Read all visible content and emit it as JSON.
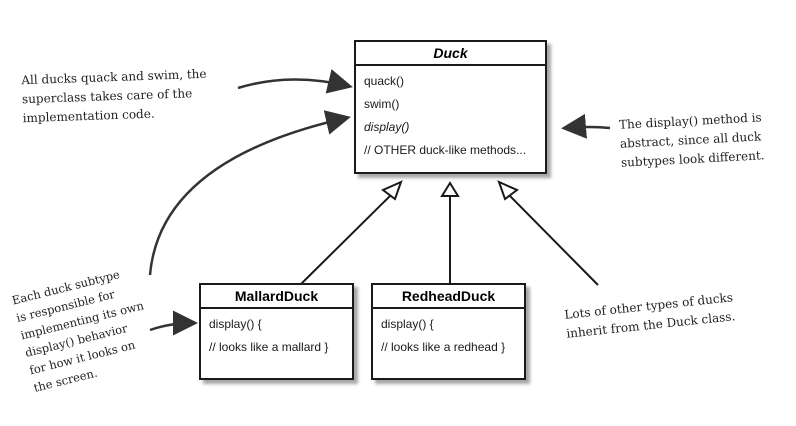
{
  "duck": {
    "name": "Duck",
    "methods": [
      "quack()",
      "swim()",
      "display()",
      "// OTHER duck-like methods..."
    ]
  },
  "mallard": {
    "name": "MallardDuck",
    "lines": [
      "display() {",
      "// looks like a mallard }"
    ]
  },
  "redhead": {
    "name": "RedheadDuck",
    "lines": [
      "display() {",
      "// looks like a redhead }"
    ]
  },
  "notes": {
    "superclass": [
      "All ducks quack and swim, the",
      "superclass takes care of the",
      "implementation code."
    ],
    "abstract": [
      "The display() method is",
      "abstract, since all duck",
      "subtypes look different."
    ],
    "subtype": [
      "Each duck subtype",
      "is responsible for",
      "implementing its own",
      "display() behavior",
      "for how it looks on",
      "the screen."
    ],
    "others": [
      "Lots of other types of ducks",
      "inherit from the Duck class."
    ]
  }
}
